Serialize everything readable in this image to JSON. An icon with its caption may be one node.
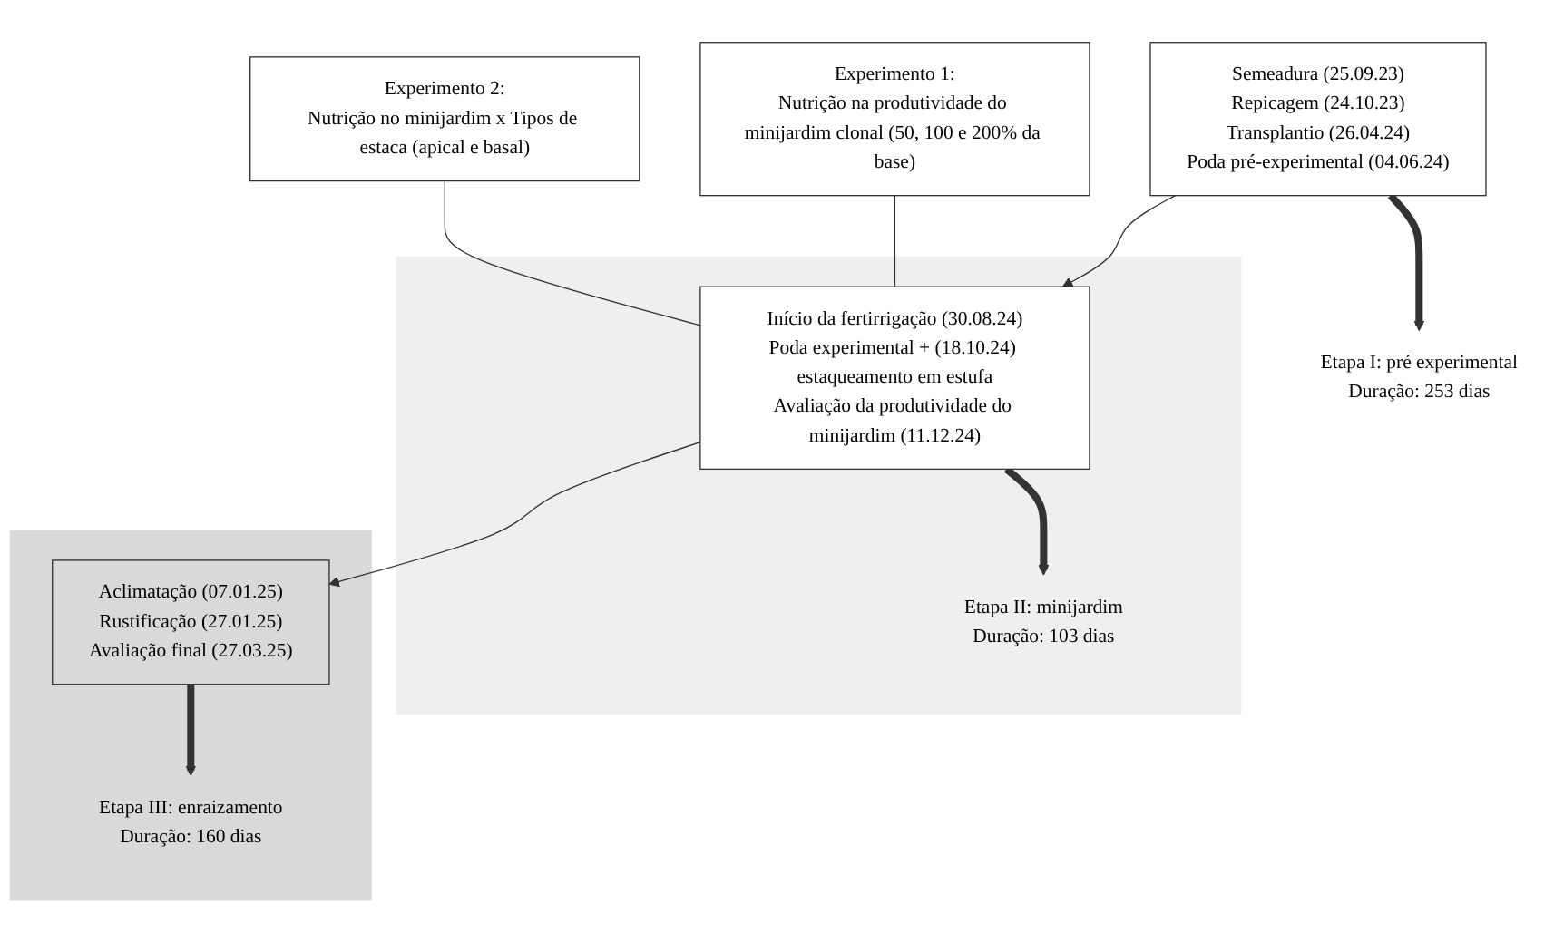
{
  "diagram": {
    "nodes": [
      {
        "text": [
          "Semeadura (25.09.23)",
          "Repicagem (24.10.23)",
          "Transplantio (26.04.24)",
          "Poda pré-experimental (04.06.24)"
        ]
      },
      {
        "text": [
          "Etapa I: pré experimental",
          "Duração: 253 dias"
        ]
      },
      {
        "text": [
          "Experimento 1:",
          "Nutrição na produtividade do minijardim clonal (50, 100 e 200% da base)"
        ]
      },
      {
        "text": [
          "Experimento 2:",
          "Nutrição no minijardim x Tipos de estaca (apical e basal)"
        ]
      },
      {
        "text": [],
        "shape": "band"
      },
      {
        "text": [
          "Início da fertirrigação (30.08.24)",
          "Poda experimental + (18.10.24) estaqueamento em estufa",
          "Avaliação da produtividade do minijardim (11.12.24)"
        ],
        "in": 4
      },
      {
        "text": [
          "Etapa II: minijardim",
          "Duração: 103 dias"
        ],
        "in": 4
      },
      {
        "text": [],
        "shape": "band"
      },
      {
        "text": [
          "Aclimatação (07.01.25)",
          "Rustificação (27.01.25)",
          "Avaliação final (27.03.25)"
        ],
        "in": 7
      },
      {
        "text": [
          "Etapa III: enraizamento",
          "Duração: 160 dias"
        ],
        "in": 7
      }
    ],
    "edges": [
      {
        "from": 0,
        "to": 1,
        "arrow": "to",
        "style": "thick"
      },
      {
        "from": 0,
        "to": 5,
        "arrow": "to"
      },
      {
        "from": 2,
        "to": 5,
        "arrow": "none"
      },
      {
        "from": 3,
        "to": 5,
        "arrow": "none"
      },
      {
        "from": 5,
        "to": 6,
        "arrow": "to",
        "style": "thick"
      },
      {
        "from": 5,
        "to": 8,
        "arrow": "to"
      },
      {
        "from": 8,
        "to": 9,
        "arrow": "to",
        "style": "thick"
      }
    ]
  }
}
